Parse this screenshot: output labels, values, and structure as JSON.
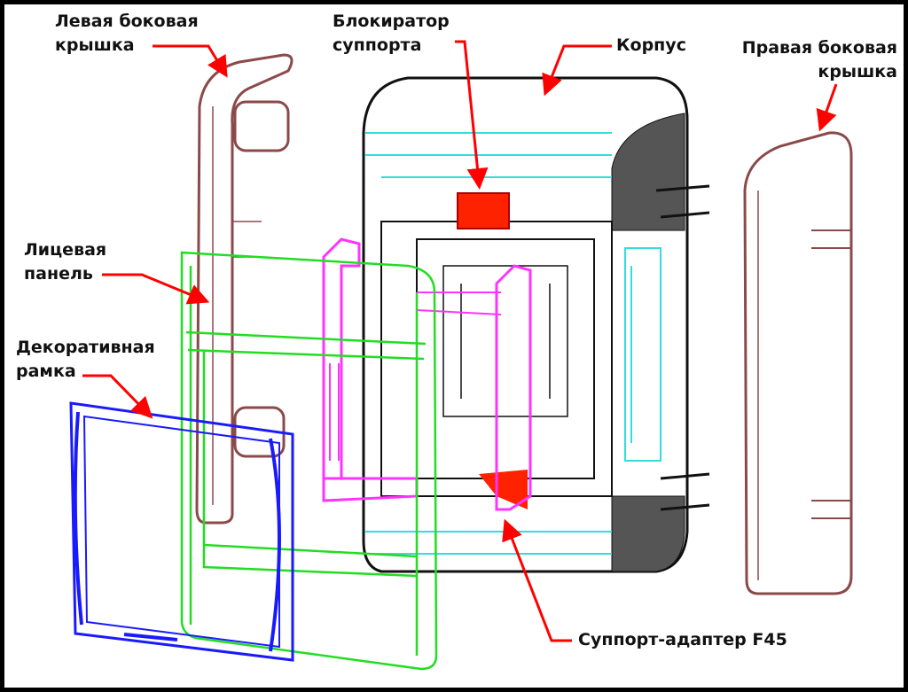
{
  "labels": {
    "left_cover": [
      "Левая боковая",
      "крышка"
    ],
    "blocker": [
      "Блокиратор",
      "суппорта"
    ],
    "body": "Корпус",
    "right_cover": [
      "Правая боковая",
      "крышка"
    ],
    "front_panel": [
      "Лицевая",
      "панель"
    ],
    "decor_frame": [
      "Декоративная",
      "рамка"
    ],
    "adapter": "Суппорт-адаптер F45"
  },
  "colors": {
    "arrow": "#ff0000",
    "covers": "#8b4a4a",
    "front_panel": "#22dd22",
    "decor_frame": "#1a1aff",
    "adapter": "#ff33ff",
    "blocker": "#ff2200",
    "body_accent": "#33dddd"
  }
}
